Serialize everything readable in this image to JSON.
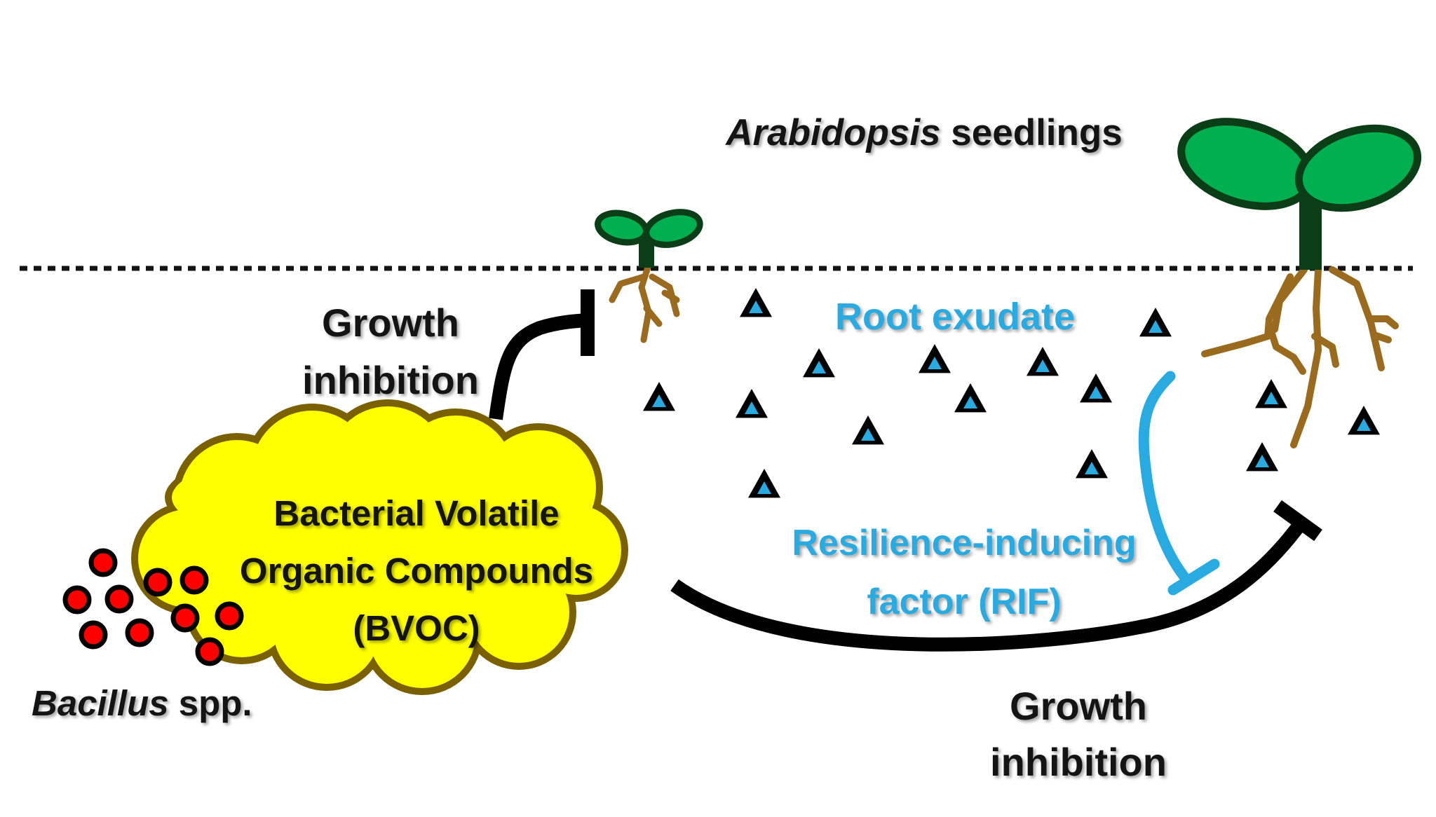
{
  "labels": {
    "seedlings_italic": "Arabidopsis",
    "seedlings_rest": " seedlings",
    "growth_inhibition_top_1": "Growth",
    "growth_inhibition_top_2": "inhibition",
    "root_exudate": "Root exudate",
    "bvoc_line1": "Bacterial Volatile",
    "bvoc_line2": "Organic Compounds",
    "bvoc_line3": "(BVOC)",
    "rif_line1": "Resilience-inducing",
    "rif_line2": "factor (RIF)",
    "bacillus_italic": "Bacillus",
    "bacillus_rest": " spp.",
    "growth_inhibition_bottom_1": "Growth",
    "growth_inhibition_bottom_2": "inhibition"
  },
  "colors": {
    "text_dark": "#141414",
    "text_blue": "#29aae1",
    "cloud_fill": "#ffff00",
    "cloud_outline": "#7a6000",
    "leaf_fill": "#00b050",
    "leaf_outline": "#0b3d16",
    "root": "#9a6a1f",
    "bacteria": "#ff0000",
    "exudate_triangle": "#29aae1"
  },
  "icons": {
    "bacteria": "red-circle-icon",
    "exudate": "triangle-icon",
    "inhibition": "t-bar-arrow-icon"
  }
}
